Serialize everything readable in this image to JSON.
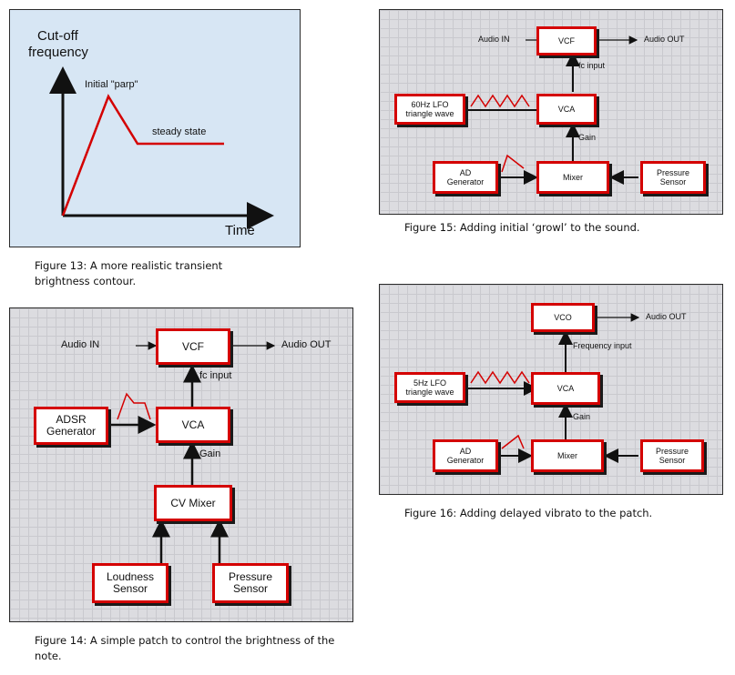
{
  "fig13": {
    "ylabel_line1": "Cut-off",
    "ylabel_line2": "frequency",
    "xlabel": "Time",
    "peak_label": "Initial \"parp\"",
    "steady_label": "steady state",
    "caption": "Figure 13: A more realistic transient brightness contour."
  },
  "fig14": {
    "vcf": "VCF",
    "vca": "VCA",
    "adsr": "ADSR\nGenerator",
    "mixer": "CV Mixer",
    "loudness": "Loudness\nSensor",
    "pressure": "Pressure\nSensor",
    "audio_in": "Audio IN",
    "audio_out": "Audio OUT",
    "fc_input": "fc input",
    "gain": "Gain",
    "caption": "Figure 14: A simple patch to control the brightness of the note."
  },
  "fig15": {
    "vcf": "VCF",
    "vca": "VCA",
    "lfo": "60Hz LFO\ntriangle wave",
    "ad": "AD\nGenerator",
    "mixer": "Mixer",
    "pressure": "Pressure\nSensor",
    "audio_in": "Audio IN",
    "audio_out": "Audio OUT",
    "fc_input": "fc input",
    "gain": "Gain",
    "caption": "Figure 15: Adding initial ‘growl’ to the sound."
  },
  "fig16": {
    "vco": "VCO",
    "vca": "VCA",
    "lfo": "5Hz LFO\ntriangle wave",
    "ad": "AD\nGenerator",
    "mixer": "Mixer",
    "pressure": "Pressure\nSensor",
    "audio_out": "Audio OUT",
    "freq_input": "Frequency input",
    "gain": "Gain",
    "caption": "Figure 16: Adding delayed vibrato to the patch."
  },
  "colors": {
    "box_border": "#d40000",
    "signal": "#d40000",
    "wire": "#111111",
    "grid_bg": "#dcdce0",
    "graph_bg": "#d7e6f4"
  }
}
